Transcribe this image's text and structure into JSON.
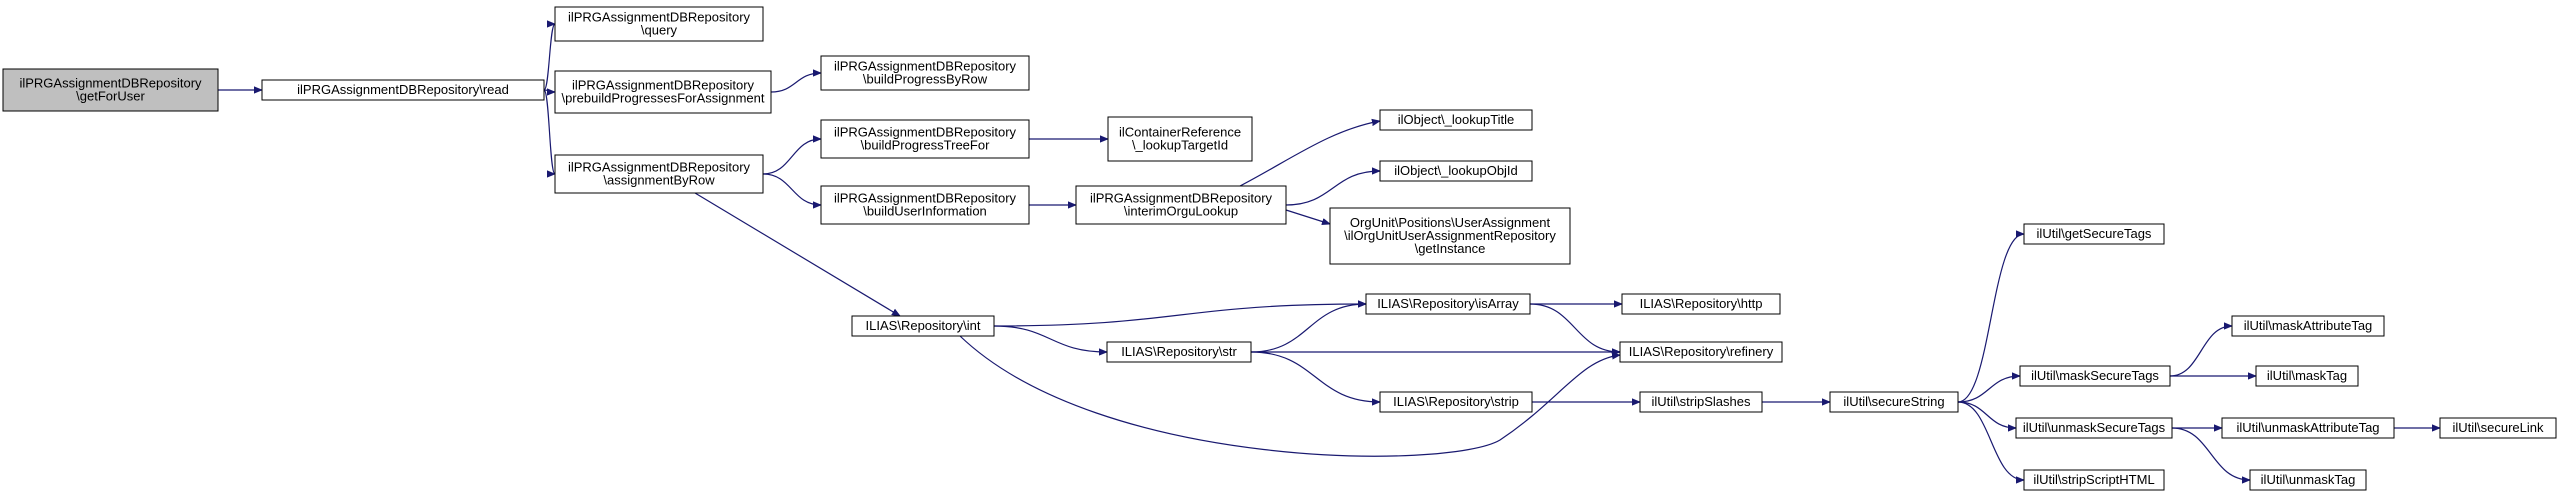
{
  "nodes": [
    {
      "id": "getForUser",
      "lines": [
        "ilPRGAssignmentDBRepository",
        "\\getForUser"
      ],
      "root": true
    },
    {
      "id": "read",
      "lines": [
        "ilPRGAssignmentDBRepository\\read"
      ]
    },
    {
      "id": "query",
      "lines": [
        "ilPRGAssignmentDBRepository",
        "\\query"
      ]
    },
    {
      "id": "prebuild",
      "lines": [
        "ilPRGAssignmentDBRepository",
        "\\prebuildProgressesForAssignment"
      ]
    },
    {
      "id": "buildProgressByRow",
      "lines": [
        "ilPRGAssignmentDBRepository",
        "\\buildProgressByRow"
      ]
    },
    {
      "id": "assignmentByRow",
      "lines": [
        "ilPRGAssignmentDBRepository",
        "\\assignmentByRow"
      ]
    },
    {
      "id": "buildProgressTreeFor",
      "lines": [
        "ilPRGAssignmentDBRepository",
        "\\buildProgressTreeFor"
      ]
    },
    {
      "id": "lookupTargetId",
      "lines": [
        "ilContainerReference",
        "\\_lookupTargetId"
      ]
    },
    {
      "id": "buildUserInformation",
      "lines": [
        "ilPRGAssignmentDBRepository",
        "\\buildUserInformation"
      ]
    },
    {
      "id": "interimOrguLookup",
      "lines": [
        "ilPRGAssignmentDBRepository",
        "\\interimOrguLookup"
      ]
    },
    {
      "id": "lookupTitle",
      "lines": [
        "ilObject\\_lookupTitle"
      ]
    },
    {
      "id": "lookupObjId",
      "lines": [
        "ilObject\\_lookupObjId"
      ]
    },
    {
      "id": "getInstance",
      "lines": [
        "OrgUnit\\Positions\\UserAssignment",
        "\\ilOrgUnitUserAssignmentRepository",
        "\\getInstance"
      ]
    },
    {
      "id": "int",
      "lines": [
        "ILIAS\\Repository\\int"
      ]
    },
    {
      "id": "isArray",
      "lines": [
        "ILIAS\\Repository\\isArray"
      ]
    },
    {
      "id": "http",
      "lines": [
        "ILIAS\\Repository\\http"
      ]
    },
    {
      "id": "str",
      "lines": [
        "ILIAS\\Repository\\str"
      ]
    },
    {
      "id": "refinery",
      "lines": [
        "ILIAS\\Repository\\refinery"
      ]
    },
    {
      "id": "strip",
      "lines": [
        "ILIAS\\Repository\\strip"
      ]
    },
    {
      "id": "stripSlashes",
      "lines": [
        "ilUtil\\stripSlashes"
      ]
    },
    {
      "id": "secureString",
      "lines": [
        "ilUtil\\secureString"
      ]
    },
    {
      "id": "getSecureTags",
      "lines": [
        "ilUtil\\getSecureTags"
      ]
    },
    {
      "id": "maskSecureTags",
      "lines": [
        "ilUtil\\maskSecureTags"
      ]
    },
    {
      "id": "maskAttributeTag",
      "lines": [
        "ilUtil\\maskAttributeTag"
      ]
    },
    {
      "id": "maskTag",
      "lines": [
        "ilUtil\\maskTag"
      ]
    },
    {
      "id": "unmaskSecureTags",
      "lines": [
        "ilUtil\\unmaskSecureTags"
      ]
    },
    {
      "id": "unmaskAttributeTag",
      "lines": [
        "ilUtil\\unmaskAttributeTag"
      ]
    },
    {
      "id": "secureLink",
      "lines": [
        "ilUtil\\secureLink"
      ]
    },
    {
      "id": "unmaskTag",
      "lines": [
        "ilUtil\\unmaskTag"
      ]
    },
    {
      "id": "stripScriptHTML",
      "lines": [
        "ilUtil\\stripScriptHTML"
      ]
    }
  ],
  "edges": [
    [
      "getForUser",
      "read"
    ],
    [
      "read",
      "query"
    ],
    [
      "read",
      "prebuild"
    ],
    [
      "read",
      "assignmentByRow"
    ],
    [
      "prebuild",
      "buildProgressByRow"
    ],
    [
      "assignmentByRow",
      "buildProgressTreeFor"
    ],
    [
      "assignmentByRow",
      "buildUserInformation"
    ],
    [
      "assignmentByRow",
      "int"
    ],
    [
      "buildProgressTreeFor",
      "lookupTargetId"
    ],
    [
      "buildUserInformation",
      "interimOrguLookup"
    ],
    [
      "interimOrguLookup",
      "lookupTitle"
    ],
    [
      "interimOrguLookup",
      "lookupObjId"
    ],
    [
      "interimOrguLookup",
      "getInstance"
    ],
    [
      "int",
      "isArray"
    ],
    [
      "int",
      "str"
    ],
    [
      "int",
      "refinery"
    ],
    [
      "str",
      "isArray"
    ],
    [
      "str",
      "refinery"
    ],
    [
      "str",
      "strip"
    ],
    [
      "isArray",
      "http"
    ],
    [
      "isArray",
      "refinery"
    ],
    [
      "strip",
      "stripSlashes"
    ],
    [
      "stripSlashes",
      "secureString"
    ],
    [
      "secureString",
      "getSecureTags"
    ],
    [
      "secureString",
      "maskSecureTags"
    ],
    [
      "secureString",
      "unmaskSecureTags"
    ],
    [
      "secureString",
      "stripScriptHTML"
    ],
    [
      "maskSecureTags",
      "maskAttributeTag"
    ],
    [
      "maskSecureTags",
      "maskTag"
    ],
    [
      "unmaskSecureTags",
      "unmaskAttributeTag"
    ],
    [
      "unmaskSecureTags",
      "unmaskTag"
    ],
    [
      "unmaskAttributeTag",
      "secureLink"
    ]
  ]
}
